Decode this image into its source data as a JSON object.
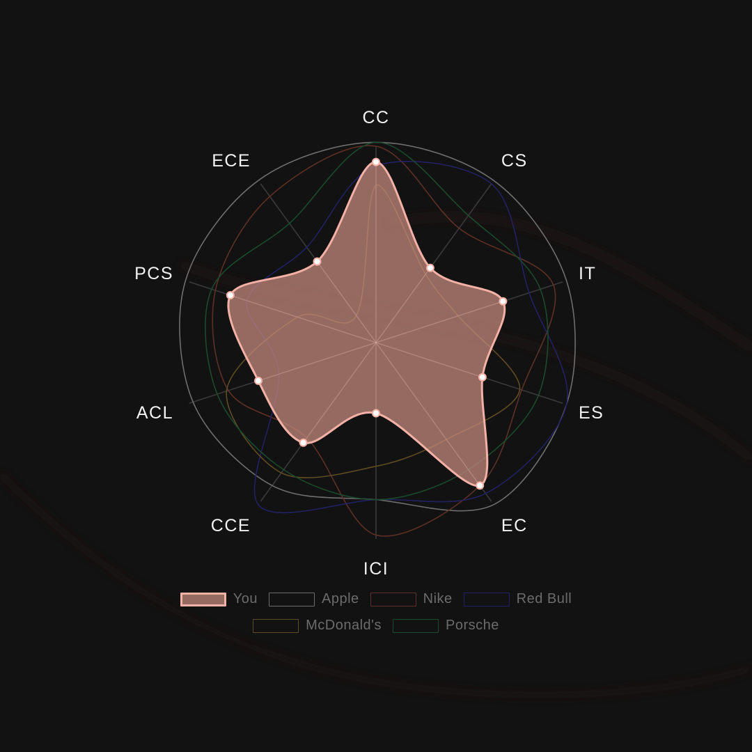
{
  "chart_data": {
    "type": "radar",
    "axes": [
      "CC",
      "CS",
      "IT",
      "ES",
      "EC",
      "ICI",
      "CCE",
      "ACL",
      "PCS",
      "ECE"
    ],
    "rmax": 10,
    "series": [
      {
        "name": "You",
        "values": [
          9.2,
          4.7,
          6.8,
          5.7,
          9.0,
          3.6,
          6.3,
          6.3,
          7.8,
          5.1
        ],
        "color": "#f4b1a6",
        "fill": "rgba(200,140,128,0.72)"
      },
      {
        "name": "Apple",
        "values": [
          10.2,
          10.2,
          10.2,
          10.2,
          10.2,
          8.0,
          9.0,
          9.8,
          10.2,
          10.2
        ],
        "color": "#6e6e6e"
      },
      {
        "name": "Nike",
        "values": [
          10.0,
          7.2,
          9.5,
          7.8,
          9.0,
          9.8,
          6.0,
          7.9,
          8.6,
          9.2
        ],
        "color": "#5e3026"
      },
      {
        "name": "Red Bull",
        "values": [
          9.0,
          10.0,
          8.2,
          10.2,
          9.5,
          8.0,
          10.2,
          5.2,
          6.9,
          6.0
        ],
        "color": "#232063"
      },
      {
        "name": "McDonald's",
        "values": [
          8.0,
          4.3,
          4.4,
          7.7,
          6.1,
          6.3,
          8.2,
          8.0,
          4.2,
          1.7
        ],
        "color": "#5e4c23"
      },
      {
        "name": "Porsche",
        "values": [
          10.2,
          8.0,
          8.8,
          8.7,
          8.0,
          8.0,
          8.0,
          8.5,
          8.8,
          7.5
        ],
        "color": "#1b4a2c"
      }
    ],
    "legend_position": "bottom",
    "grid": true
  },
  "legend": {
    "row1": [
      "You",
      "Apple",
      "Nike",
      "Red Bull"
    ],
    "row2": [
      "McDonald's",
      "Porsche"
    ]
  }
}
